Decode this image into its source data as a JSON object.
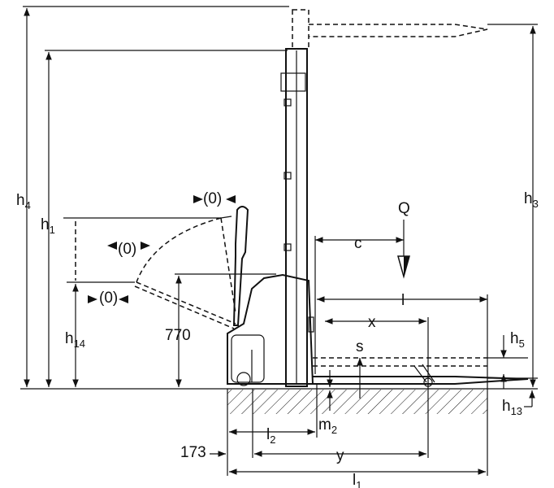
{
  "diagram": {
    "dimensions": {
      "h4": {
        "base": "h",
        "sub": "4"
      },
      "h1": {
        "base": "h",
        "sub": "1"
      },
      "h14": {
        "base": "h",
        "sub": "14"
      },
      "h3": {
        "base": "h",
        "sub": "3"
      },
      "h5": {
        "base": "h",
        "sub": "5"
      },
      "h13": {
        "base": "h",
        "sub": "13"
      },
      "m2": {
        "base": "m",
        "sub": "2"
      },
      "l2": {
        "base": "l",
        "sub": "2"
      },
      "l1": {
        "base": "l",
        "sub": "1"
      },
      "tiller_height": "770",
      "offset": "173",
      "y": "y",
      "x": "x",
      "l": "l",
      "c": "c",
      "s": "s",
      "load": "Q",
      "zero_top": "(0)",
      "zero_mid": "(0)",
      "zero_low": "(0)"
    }
  }
}
